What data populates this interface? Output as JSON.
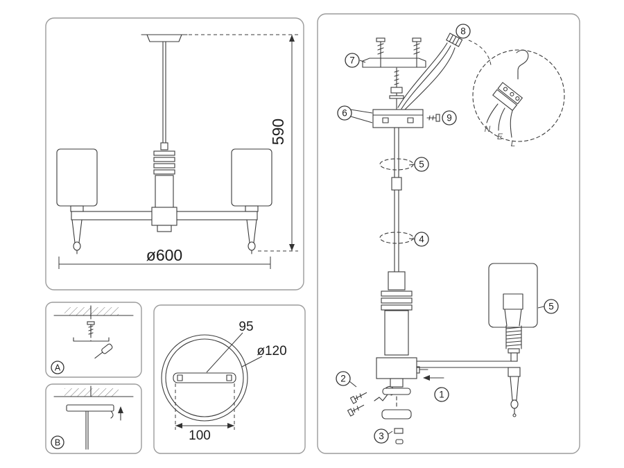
{
  "overview": {
    "height_label": "590",
    "diameter_label": "ø600"
  },
  "steps": {
    "a_label": "A",
    "b_label": "B"
  },
  "plate": {
    "slot_width_label": "95",
    "plate_diameter_label": "ø120",
    "hole_spacing_label": "100"
  },
  "assembly": {
    "callouts": {
      "c1": "1",
      "c2": "2",
      "c3": "3",
      "c4": "4",
      "c5_rod": "5",
      "c5_shade": "5",
      "c6": "6",
      "c7": "7",
      "c8": "8",
      "c9": "9"
    },
    "wires": {
      "neutral": "N",
      "earth": "E",
      "live": "L"
    }
  }
}
